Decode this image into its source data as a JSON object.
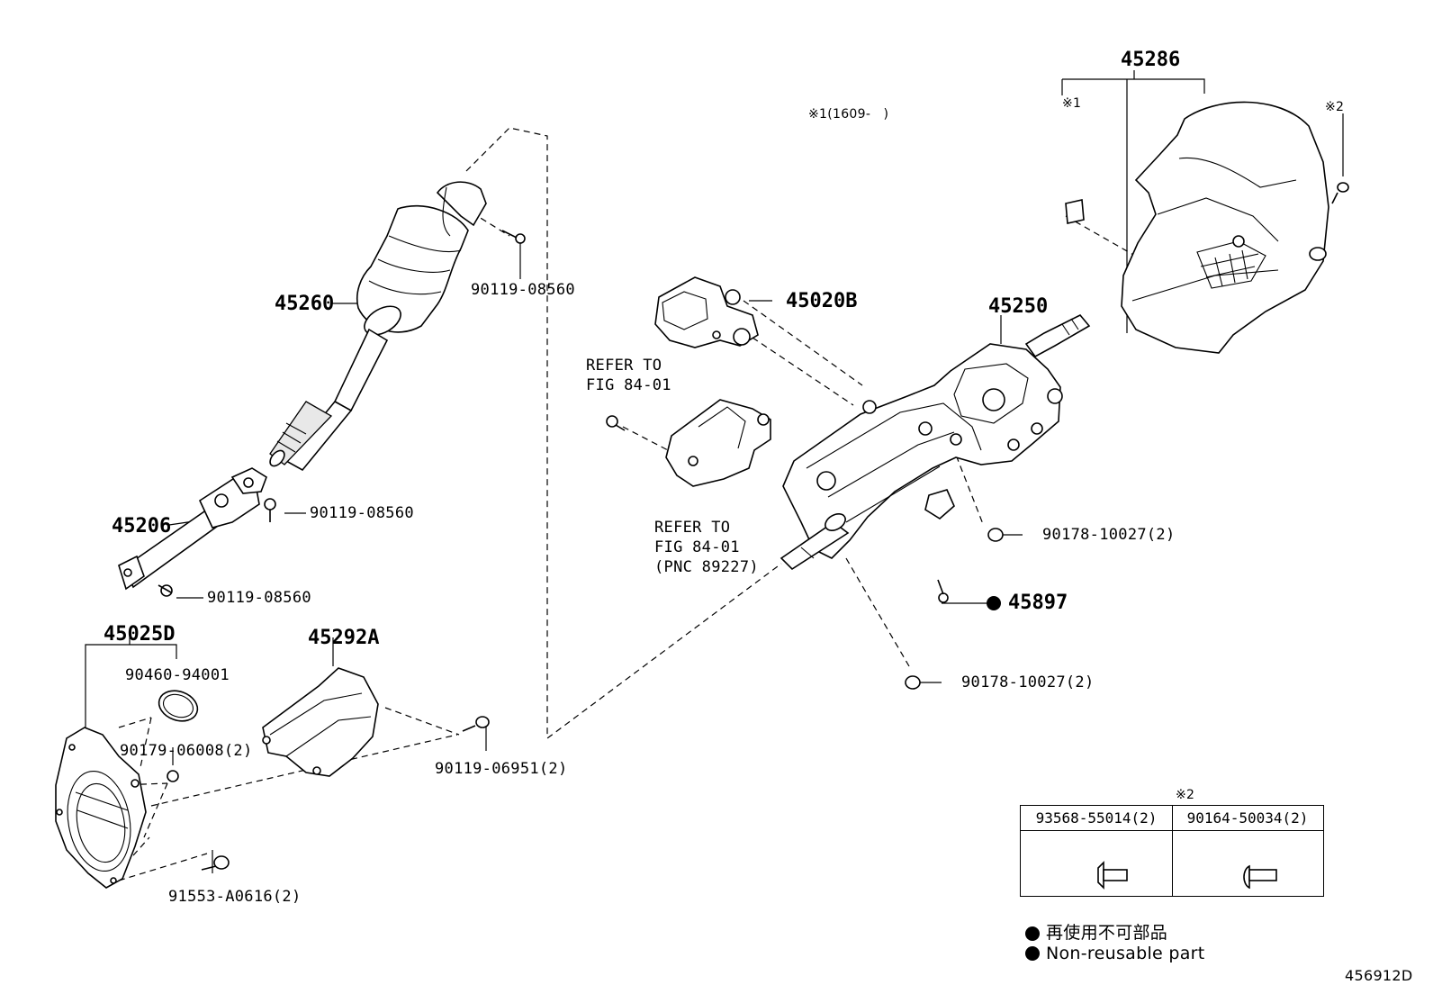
{
  "diagram": {
    "part_labels": {
      "p45286": "45286",
      "p45260": "45260",
      "p45020B": "45020B",
      "p45250": "45250",
      "p45206": "45206",
      "p45025D": "45025D",
      "p45292A": "45292A",
      "p45897": "45897"
    },
    "fastener_labels": {
      "f1": "90119-08560",
      "f2": "90119-08560",
      "f3": "90119-08560",
      "f4": "90178-10027(2)",
      "f5": "90178-10027(2)",
      "f6": "90460-94001",
      "f7": "90179-06008(2)",
      "f8": "90119-06951(2)",
      "f9": "91553-A0616(2)"
    },
    "notes": {
      "note1": "※1(1609-　)",
      "mark1": "※1",
      "mark2": "※2",
      "mark2_table": "※2"
    },
    "references": {
      "ref1_line1": "REFER TO",
      "ref1_line2": "FIG 84-01",
      "ref2_line1": "REFER TO",
      "ref2_line2": "FIG 84-01",
      "ref2_line3": "(PNC 89227)"
    },
    "table": {
      "col1": "93568-55014(2)",
      "col2": "90164-50034(2)"
    },
    "legend": {
      "line1": "再使用不可部品",
      "line2": "Non-reusable part"
    },
    "figure_id": "456912D"
  }
}
